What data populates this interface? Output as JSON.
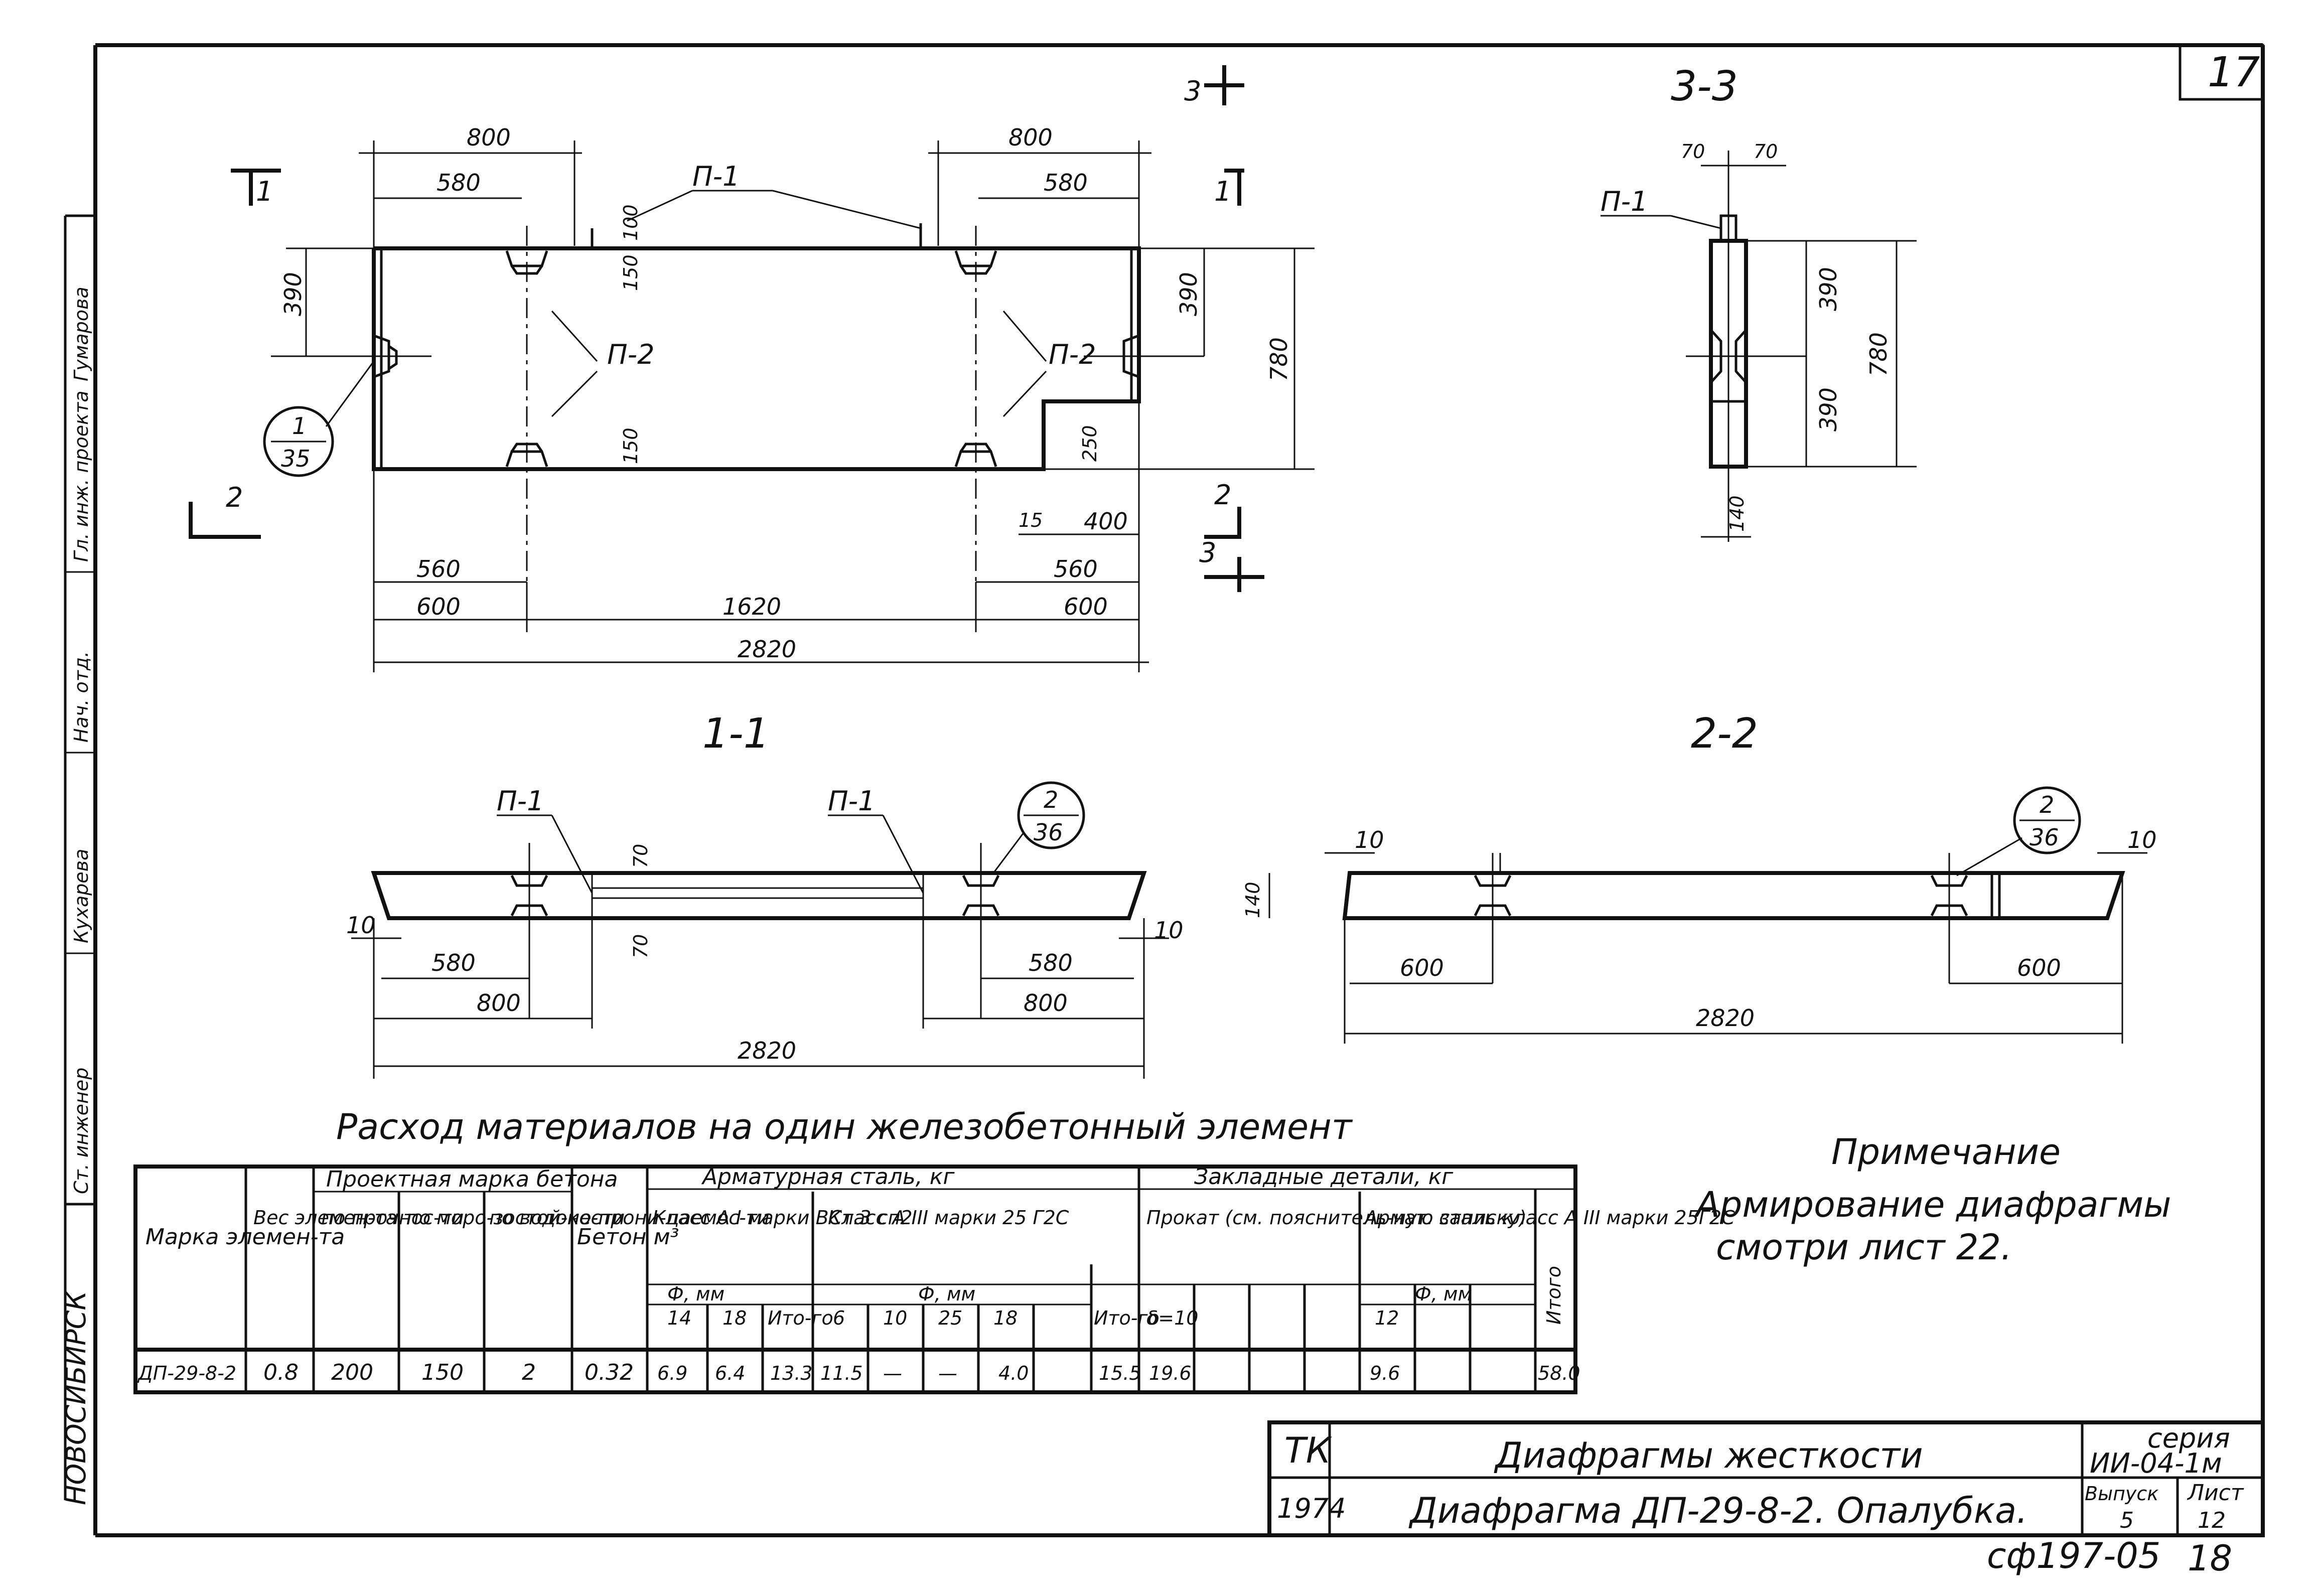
{
  "sheet": {
    "page_number": "17",
    "footer_code": "сф197-05",
    "footer_page": "18"
  },
  "left_stamp": {
    "city": "НОВОСИБИРСК",
    "roles": [
      "Ст. инженер",
      "Кухарева",
      "Нач. отд.",
      "Гл. инж. проекта"
    ],
    "note": "Гумарова"
  },
  "plan": {
    "section_marks": [
      "1",
      "1",
      "2",
      "2",
      "3",
      "3"
    ],
    "dims": {
      "top_left_800": "800",
      "top_left_580": "580",
      "top_right_800": "800",
      "top_right_580": "580",
      "left_390": "390",
      "right_390": "390",
      "height_780": "780",
      "v100": "100",
      "v150_top": "150",
      "v150_bot": "150",
      "v250": "250",
      "d15": "15",
      "d400": "400",
      "b_560_left": "560",
      "b_560_right": "560",
      "b_600_left": "600",
      "b_1620": "1620",
      "b_600_right": "600",
      "total": "2820"
    },
    "labels": {
      "p1": "П-1",
      "p2_left": "П-2",
      "p2_right": "П-2"
    },
    "callout": {
      "num": "1",
      "den": "35"
    }
  },
  "section33": {
    "title": "3-3",
    "p1": "П-1",
    "dims": {
      "d70a": "70",
      "d70b": "70",
      "d390a": "390",
      "d390b": "390",
      "d780": "780",
      "d140": "140"
    }
  },
  "section11": {
    "title": "1-1",
    "p1a": "П-1",
    "p1b": "П-1",
    "callout": {
      "num": "2",
      "den": "36"
    },
    "dims": {
      "v70a": "70",
      "v70b": "70",
      "d10a": "10",
      "d10b": "10",
      "d580a": "580",
      "d580b": "580",
      "d800a": "800",
      "d800b": "800",
      "total": "2820"
    }
  },
  "section22": {
    "title": "2-2",
    "callout": {
      "num": "2",
      "den": "36"
    },
    "dims": {
      "d10a": "10",
      "d10b": "10",
      "d140": "140",
      "d600a": "600",
      "d600b": "600",
      "total": "2820"
    }
  },
  "table": {
    "caption": "Расход материалов на один железобетонный элемент",
    "headers": {
      "mark": "Марка элемен-та",
      "weight": "Вес элемен-та т",
      "design_grade": "Проектная марка бетона",
      "by_strength": "по прочнос-ти",
      "by_frost": "по моро-зостой-кости",
      "by_water": "по водоне-прони-цаемос-ти",
      "concrete": "Бетон м³",
      "rebar": "Арматурная сталь, кг",
      "class_a1": "Класс А I марки ВСт.3 сп2",
      "class_a3": "Класс А III марки 25 Г2С",
      "phi_mm": "Ф, мм",
      "phi_mm2": "Ф, мм",
      "d14": "14",
      "d18": "18",
      "itogo": "Ито-го",
      "d6": "6",
      "d10": "10",
      "d25": "25",
      "d18b": "18",
      "itogo2": "Ито-го",
      "embedded": "Закладные детали, кг",
      "rolled": "Прокат (см. пояснитель-ную записку)",
      "delta": "δ=10",
      "rebar_steel": "Армат. сталь класс А III марки 25Г2С",
      "phi_mm3": "Ф, мм",
      "d12": "12",
      "total": "Итого"
    },
    "row": [
      "ДП-29-8-2",
      "0.8",
      "200",
      "150",
      "2",
      "0.32",
      "6.9",
      "6.4",
      "13.3",
      "11.5",
      "—",
      "—",
      "4.0",
      "15.5",
      "19.6",
      "9.6",
      "58.0"
    ]
  },
  "note": {
    "title": "Примечание",
    "text1": "Армирование диафрагмы",
    "text2": "смотри лист 22."
  },
  "title_block": {
    "org": "ТК",
    "year": "1974",
    "name1": "Диафрагмы жесткости",
    "name2": "Диафрагма ДП-29-8-2. Опалубка.",
    "series_label": "серия",
    "series": "ИИ-04-1м",
    "issue_label": "Выпуск",
    "issue": "5",
    "sheet_label": "Лист",
    "sheet": "12"
  }
}
